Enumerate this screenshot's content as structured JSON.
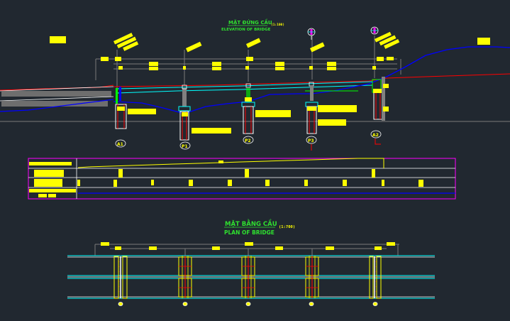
{
  "drawing": {
    "background": "#212830",
    "colors": {
      "dimension": "#ffff00",
      "title": "#2fe02f",
      "road": "#ff0000",
      "deck": "#00ffff",
      "ground": "#0000ff",
      "structure": "#ffffff",
      "grey": "#808080",
      "frame": "#ff00ff"
    }
  },
  "elevation": {
    "title_vi": "MẶT ĐỨNG CẦU",
    "title_en": "ELEVATION OF BRIDGE",
    "scale": "(1:100)",
    "supports": [
      {
        "label": "A1",
        "type": "abutment"
      },
      {
        "label": "P1",
        "type": "pier"
      },
      {
        "label": "P2",
        "type": "pier"
      },
      {
        "label": "P3",
        "type": "pier"
      },
      {
        "label": "A2",
        "type": "abutment"
      }
    ]
  },
  "profile_table": {
    "rows": [
      "row-1",
      "row-2",
      "row-3",
      "row-4"
    ]
  },
  "plan": {
    "title_vi": "MẶT BẰNG CẦU",
    "title_en": "PLAN OF BRIDGE",
    "scale": "(1:700)"
  }
}
